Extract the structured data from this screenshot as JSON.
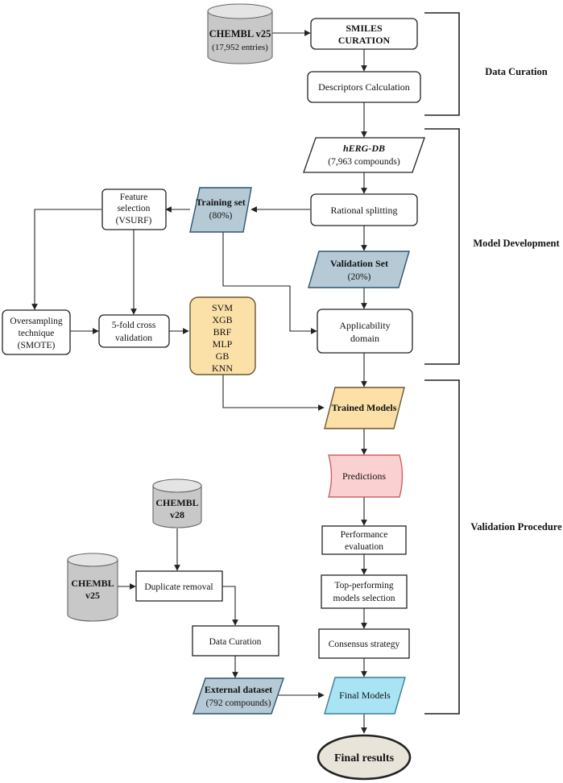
{
  "colors": {
    "cylinder": "#c8c8c8",
    "cylinder_top": "#e4e4e4",
    "blue_parallelogram": "#b6cad6",
    "blue_stroke": "#2c5570",
    "models_fill": "#fbe0a8",
    "models_stroke": "#6b5530",
    "predictions_fill": "#fbd0d0",
    "predictions_stroke": "#d06060",
    "final_models_fill": "#a8e4f4",
    "final_models_stroke": "#3a7f96",
    "final_results_fill": "#e8e4da"
  },
  "nodes": {
    "chembl_v25_top": {
      "line1": "CHEMBL v25",
      "line2": "(17,952 entries)"
    },
    "smiles_curation": {
      "line1": "SMILES",
      "line2": "CURATION"
    },
    "descriptors_calculation": {
      "label": "Descriptors Calculation"
    },
    "herg_db": {
      "line1": "hERG-DB",
      "line2": "(7,963 compounds)"
    },
    "rational_splitting": {
      "label": "Rational splitting"
    },
    "training_set": {
      "line1": "Training set",
      "line2": "(80%)"
    },
    "feature_selection": {
      "line1": "Feature",
      "line2": "selection",
      "line3": "(VSURF)"
    },
    "validation_set": {
      "line1": "Validation Set",
      "line2": "(20%)"
    },
    "oversampling": {
      "line1": "Oversampling",
      "line2": "technique",
      "line3": "(SMOTE)"
    },
    "cross_validation": {
      "line1": "5-fold cross",
      "line2": "validation"
    },
    "models": {
      "items": [
        "SVM",
        "XGB",
        "BRF",
        "MLP",
        "GB",
        "KNN"
      ]
    },
    "applicability_domain": {
      "line1": "Applicability",
      "line2": "domain"
    },
    "trained_models": {
      "label": "Trained Models"
    },
    "predictions": {
      "label": "Predictions"
    },
    "performance_evaluation": {
      "line1": "Performance",
      "line2": "evaluation"
    },
    "top_performing": {
      "line1": "Top-performing",
      "line2": "models selection"
    },
    "consensus_strategy": {
      "label": "Consensus strategy"
    },
    "final_models": {
      "label": "Final Models"
    },
    "final_results": {
      "label": "Final results"
    },
    "chembl_v28": {
      "line1": "CHEMBL",
      "line2": "v28"
    },
    "chembl_v25_bottom": {
      "line1": "CHEMBL",
      "line2": "v25"
    },
    "duplicate_removal": {
      "label": "Duplicate removal"
    },
    "data_curation_box": {
      "label": "Data Curation"
    },
    "external_dataset": {
      "line1": "External dataset",
      "line2": "(792 compounds)"
    }
  },
  "sections": {
    "data_curation": "Data Curation",
    "model_development": "Model Development",
    "validation_procedure": "Validation Procedure"
  }
}
